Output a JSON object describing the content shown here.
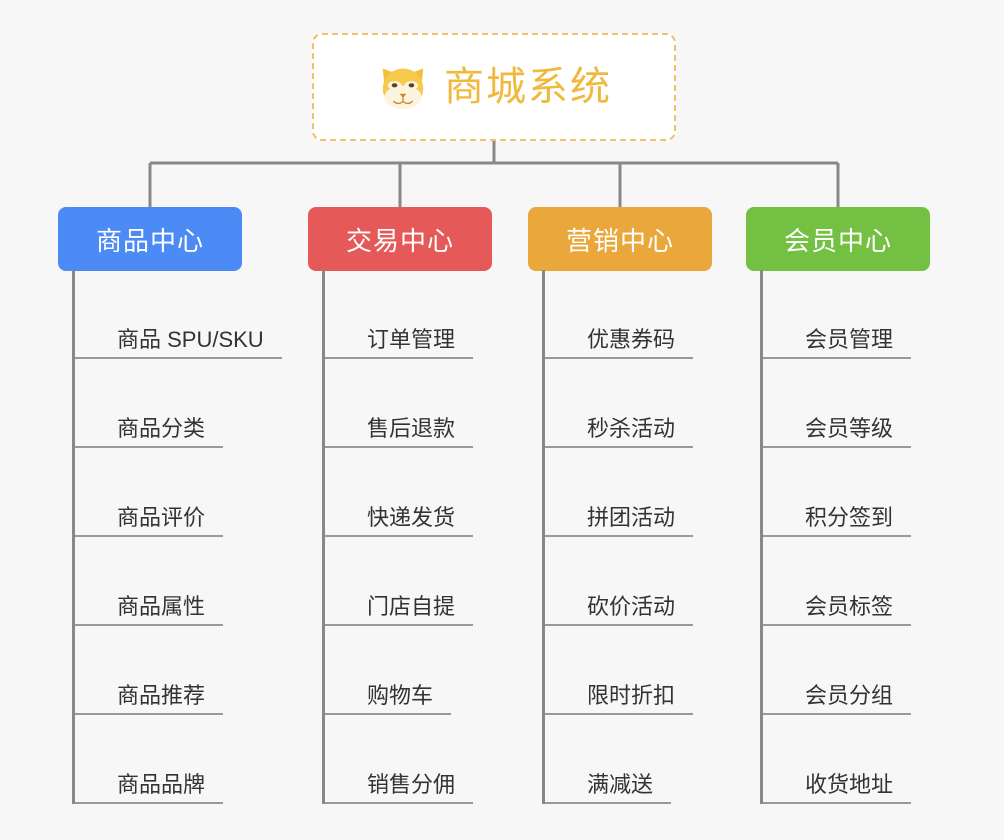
{
  "root": {
    "title": "商城系统",
    "icon": "shiba-dog-face-icon",
    "border_color": "#f0c16a",
    "text_color": "#f0b93d",
    "background": "#ffffff"
  },
  "theme": {
    "canvas_background": "#f7f7f7",
    "connector_color": "#888888",
    "leaf_underline_color": "#999999",
    "leaf_text_color": "#333333"
  },
  "branches": [
    {
      "label": "商品中心",
      "color": "#4c8bf5",
      "items": [
        "商品 SPU/SKU",
        "商品分类",
        "商品评价",
        "商品属性",
        "商品推荐",
        "商品品牌"
      ]
    },
    {
      "label": "交易中心",
      "color": "#e55a58",
      "items": [
        "订单管理",
        "售后退款",
        "快递发货",
        "门店自提",
        "购物车",
        "销售分佣"
      ]
    },
    {
      "label": "营销中心",
      "color": "#eaa73c",
      "items": [
        "优惠券码",
        "秒杀活动",
        "拼团活动",
        "砍价活动",
        "限时折扣",
        "满减送"
      ]
    },
    {
      "label": "会员中心",
      "color": "#74c043",
      "items": [
        "会员管理",
        "会员等级",
        "积分签到",
        "会员标签",
        "会员分组",
        "收货地址"
      ]
    }
  ]
}
